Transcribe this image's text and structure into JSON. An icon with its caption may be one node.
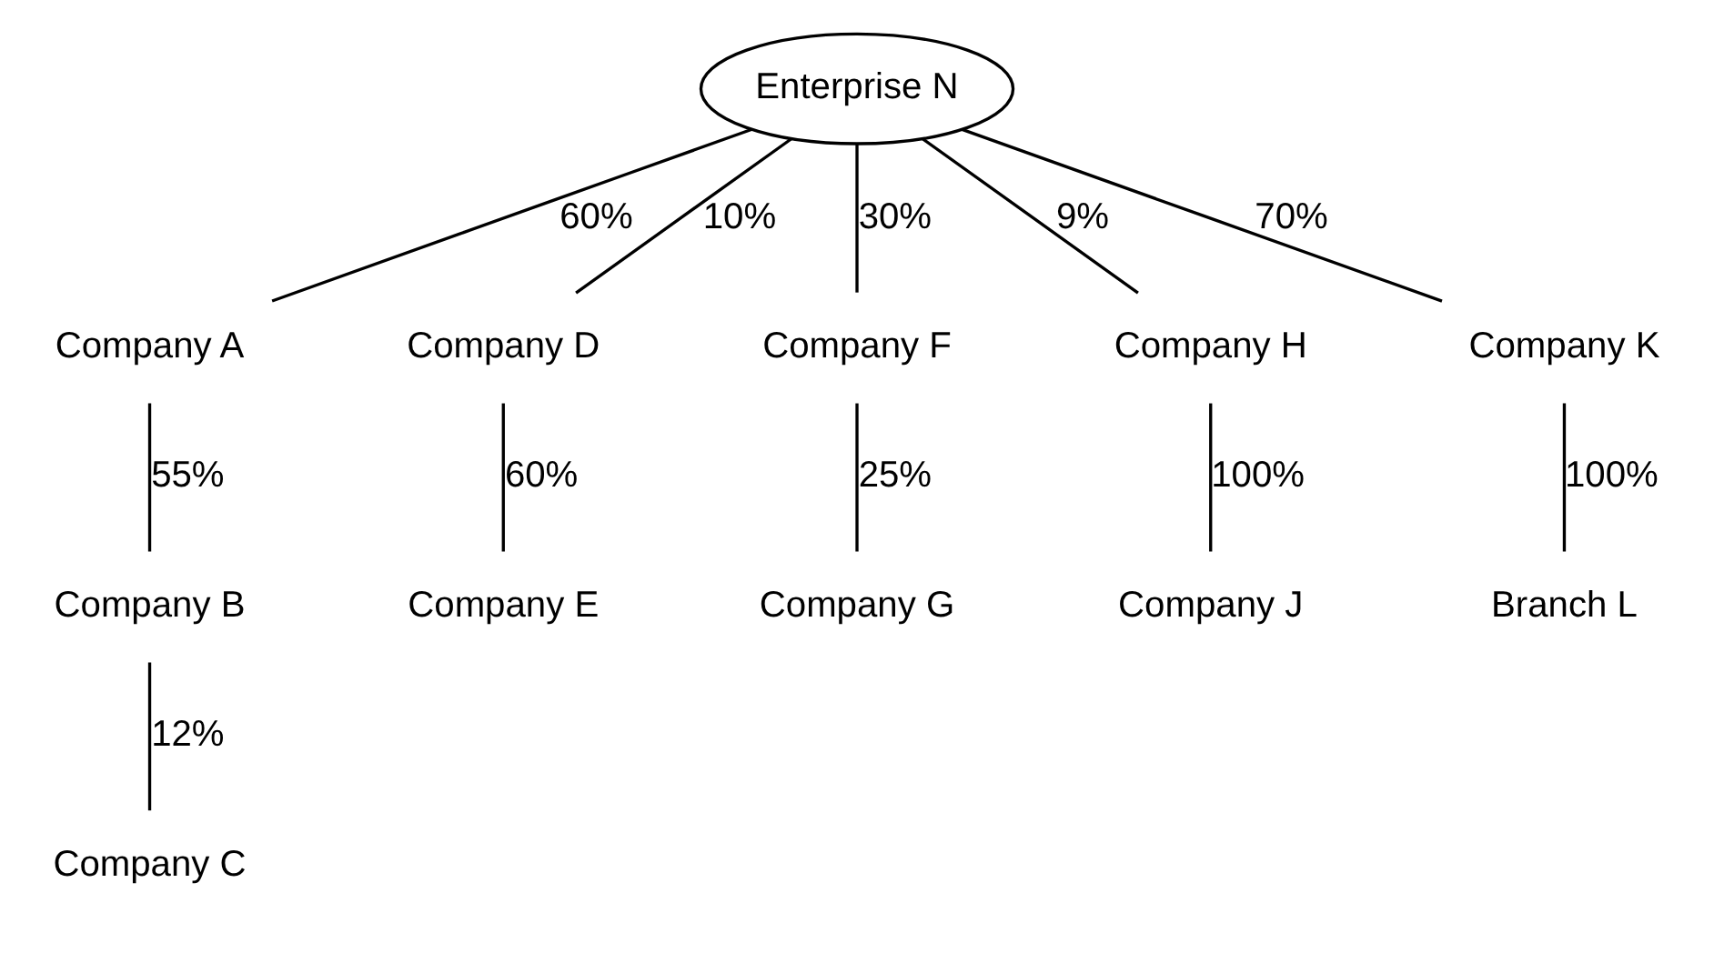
{
  "diagram": {
    "nodes": [
      {
        "text": [
          "Enterprise N"
        ]
      },
      {
        "text": [
          "Company A"
        ]
      },
      {
        "text": [
          "Company D"
        ]
      },
      {
        "text": [
          "Company F"
        ]
      },
      {
        "text": [
          "Company H"
        ]
      },
      {
        "text": [
          "Company K"
        ]
      },
      {
        "text": [
          "Company B"
        ]
      },
      {
        "text": [
          "Company E"
        ]
      },
      {
        "text": [
          "Company G"
        ]
      },
      {
        "text": [
          "Company J"
        ]
      },
      {
        "text": [
          "Branch L"
        ]
      },
      {
        "text": [
          "Company C"
        ]
      }
    ],
    "edges": [
      {
        "from": 0,
        "to": 1,
        "arrow": "none",
        "label": "60%"
      },
      {
        "from": 0,
        "to": 2,
        "arrow": "none",
        "label": "10%"
      },
      {
        "from": 0,
        "to": 3,
        "arrow": "none",
        "label": "30%"
      },
      {
        "from": 0,
        "to": 4,
        "arrow": "none",
        "label": "9%"
      },
      {
        "from": 0,
        "to": 5,
        "arrow": "none",
        "label": "70%"
      },
      {
        "from": 1,
        "to": 6,
        "arrow": "none",
        "label": "55%"
      },
      {
        "from": 2,
        "to": 7,
        "arrow": "none",
        "label": "60%"
      },
      {
        "from": 3,
        "to": 8,
        "arrow": "none",
        "label": "25%"
      },
      {
        "from": 4,
        "to": 9,
        "arrow": "none",
        "label": "100%"
      },
      {
        "from": 5,
        "to": 10,
        "arrow": "none",
        "label": "100%"
      },
      {
        "from": 6,
        "to": 11,
        "arrow": "none",
        "label": "12%"
      }
    ]
  }
}
